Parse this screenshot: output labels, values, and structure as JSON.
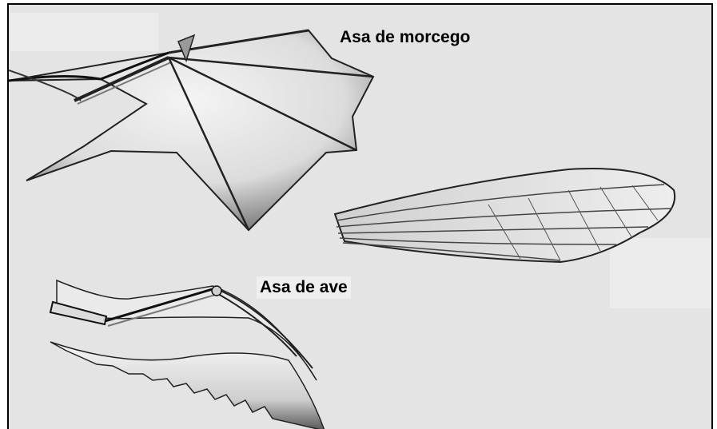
{
  "figure": {
    "labels": {
      "bat_wing": "Asa de morcego",
      "bird_wing": "Asa de ave"
    },
    "colors": {
      "background": "#e4e4e4",
      "ink": "#000000"
    },
    "illustrations": [
      "bat-wing-drawing",
      "insect-wing-drawing",
      "bird-wing-drawing"
    ]
  }
}
